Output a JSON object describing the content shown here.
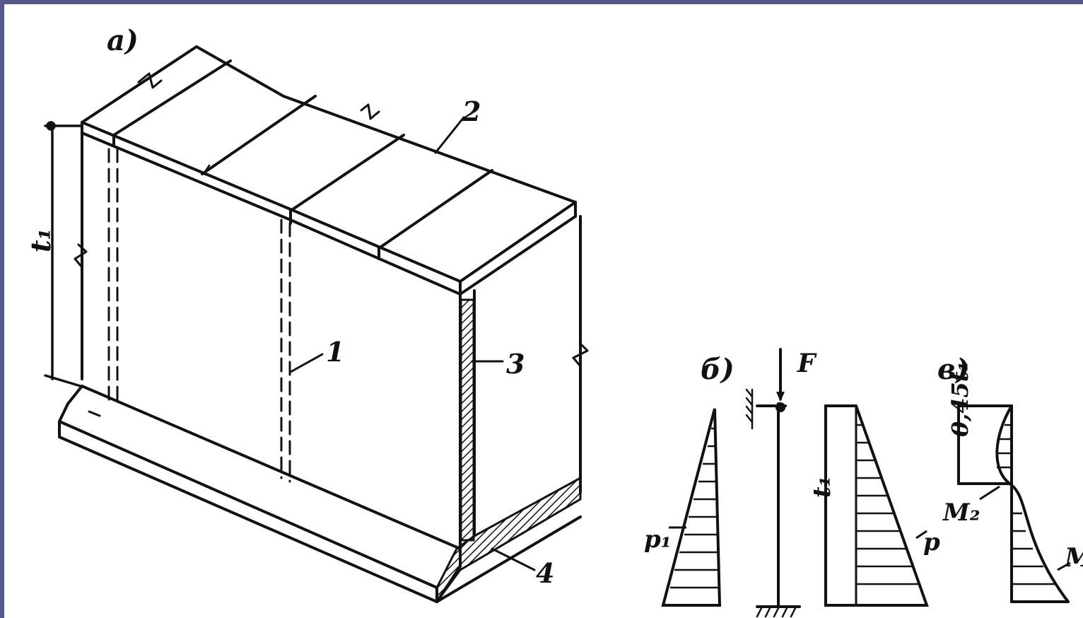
{
  "panels": {
    "a": {
      "label": "a)"
    },
    "b": {
      "label": "б)"
    },
    "v": {
      "label": "в)"
    }
  },
  "labels": {
    "part1": "1",
    "part2": "2",
    "part3": "3",
    "part4": "4",
    "height": "t₁",
    "force": "F",
    "p1": "p₁",
    "p": "p",
    "height2": "t₁",
    "dim": "0,45t₁",
    "m2": "M₂",
    "m": "M"
  },
  "colors": {
    "ink": "#111111",
    "frame": "#54578b",
    "paper": "#ffffff"
  }
}
